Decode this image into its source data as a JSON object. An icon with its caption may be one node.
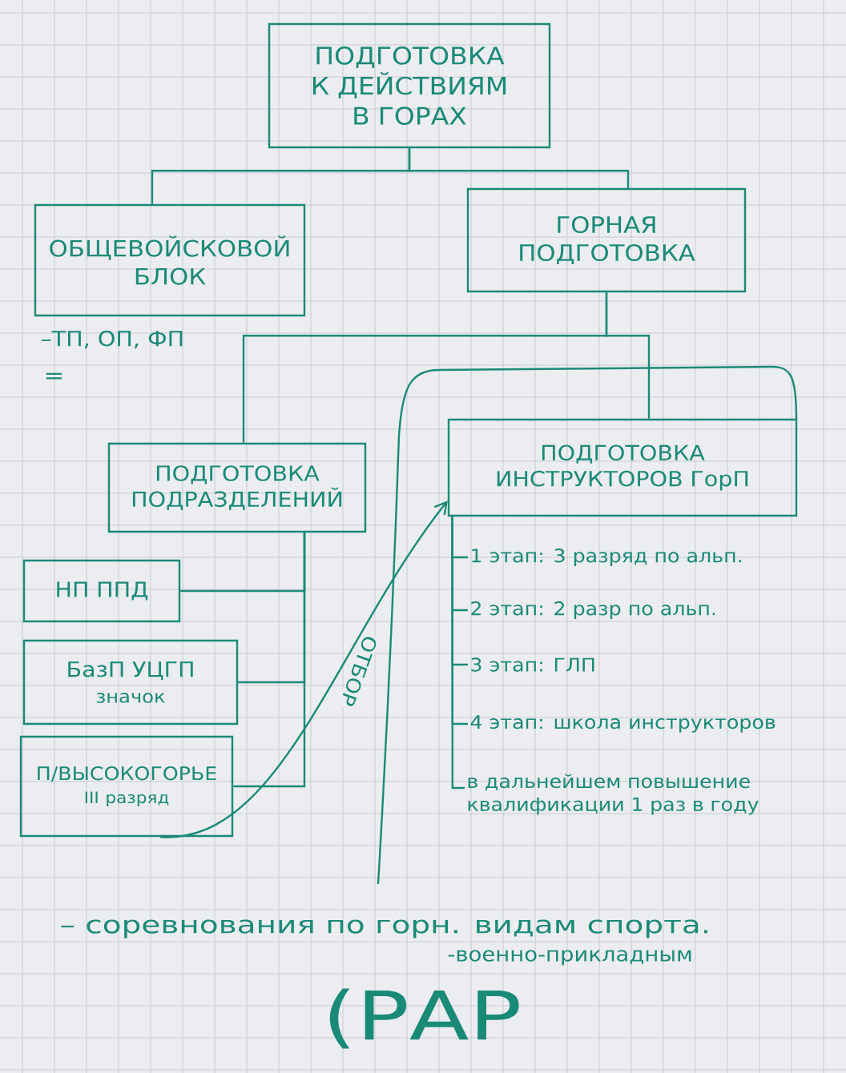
{
  "diagram": {
    "nodes": [
      {
        "text": [
          "ПОДГОТОВКА К ДЕЙСТВИЯМ В ГОРАХ"
        ]
      },
      {
        "text": [
          "ОБЩЕВОЙСКОВОЙ БЛОК"
        ],
        "beside": [
          "–ТП, ОП, ФП",
          "="
        ]
      },
      {
        "text": [
          "ГОРНАЯ ПОДГОТОВКА"
        ]
      },
      {
        "text": [
          "ПОДГОТОВКА ПОДРАЗДЕЛЕНИЙ"
        ]
      },
      {
        "text": [
          "ПОДГОТОВКА ИНСТРУКТОРОВ ГорП"
        ]
      },
      {
        "text": [
          "НП ППД"
        ]
      },
      {
        "text": [
          "БазП УЦГП",
          "значок"
        ]
      },
      {
        "text": [
          "П/ВЫСОКОГОРЬЕ",
          "III разряд"
        ]
      },
      {
        "text": [
          "1 этап: 3 разряд по альп."
        ]
      },
      {
        "text": [
          "2 этап: 2 разр по альп."
        ]
      },
      {
        "text": [
          "3 этап: ГЛП"
        ]
      },
      {
        "text": [
          "4 этап: школа инструкторов"
        ]
      },
      {
        "text": [
          "в дальнейшем повышение квалификации 1 раз в году"
        ]
      }
    ],
    "edges": [
      {
        "from": 0,
        "to": 1,
        "arrow": "none"
      },
      {
        "from": 0,
        "to": 2,
        "arrow": "none"
      },
      {
        "from": 2,
        "to": 3,
        "arrow": "none"
      },
      {
        "from": 2,
        "to": 4,
        "arrow": "none"
      },
      {
        "from": 3,
        "to": 5,
        "arrow": "none"
      },
      {
        "from": 3,
        "to": 6,
        "arrow": "none"
      },
      {
        "from": 3,
        "to": 7,
        "arrow": "none"
      },
      {
        "from": 4,
        "to": 8,
        "arrow": "none"
      },
      {
        "from": 4,
        "to": 9,
        "arrow": "none"
      },
      {
        "from": 4,
        "to": 10,
        "arrow": "none"
      },
      {
        "from": 4,
        "to": 11,
        "arrow": "none"
      },
      {
        "from": 4,
        "to": 12,
        "arrow": "none"
      },
      {
        "from": 7,
        "to": 4,
        "arrow": "to",
        "label": "ОТБОР"
      }
    ],
    "labels": [
      "– соревнования по горн. видам спорта.",
      "-военно-прикладным",
      "(РАР"
    ]
  }
}
